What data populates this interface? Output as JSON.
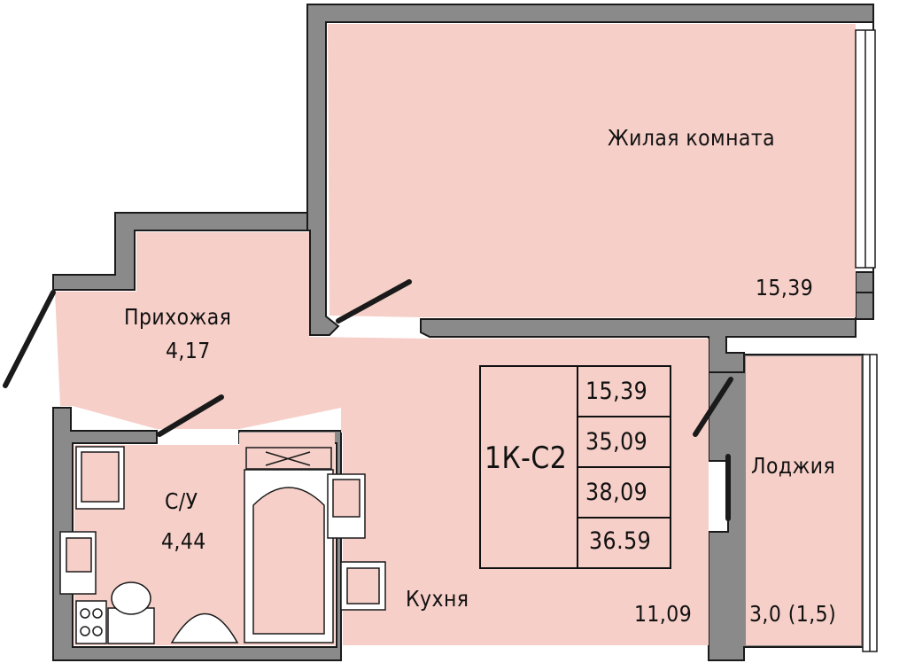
{
  "rooms": {
    "living_room": {
      "name": "Жилая комната",
      "area": "15,39"
    },
    "hallway": {
      "name": "Прихожая",
      "area": "4,17"
    },
    "bathroom": {
      "name": "С/У",
      "area": "4,44"
    },
    "kitchen": {
      "name": "Кухня",
      "area": "11,09"
    },
    "loggia": {
      "name": "Лоджия",
      "area": "3,0 (1,5)"
    }
  },
  "summary": {
    "code": "1К-С2",
    "living_area": "15,39",
    "total_area": "35,09",
    "total_with_loggia": "38,09",
    "reduced_area": "36.59"
  },
  "colors": {
    "room_fill": "#f6cfc8",
    "wall": "#8a8a8a",
    "wall_outline": "#1a1a1a",
    "window": "#ffffff"
  }
}
